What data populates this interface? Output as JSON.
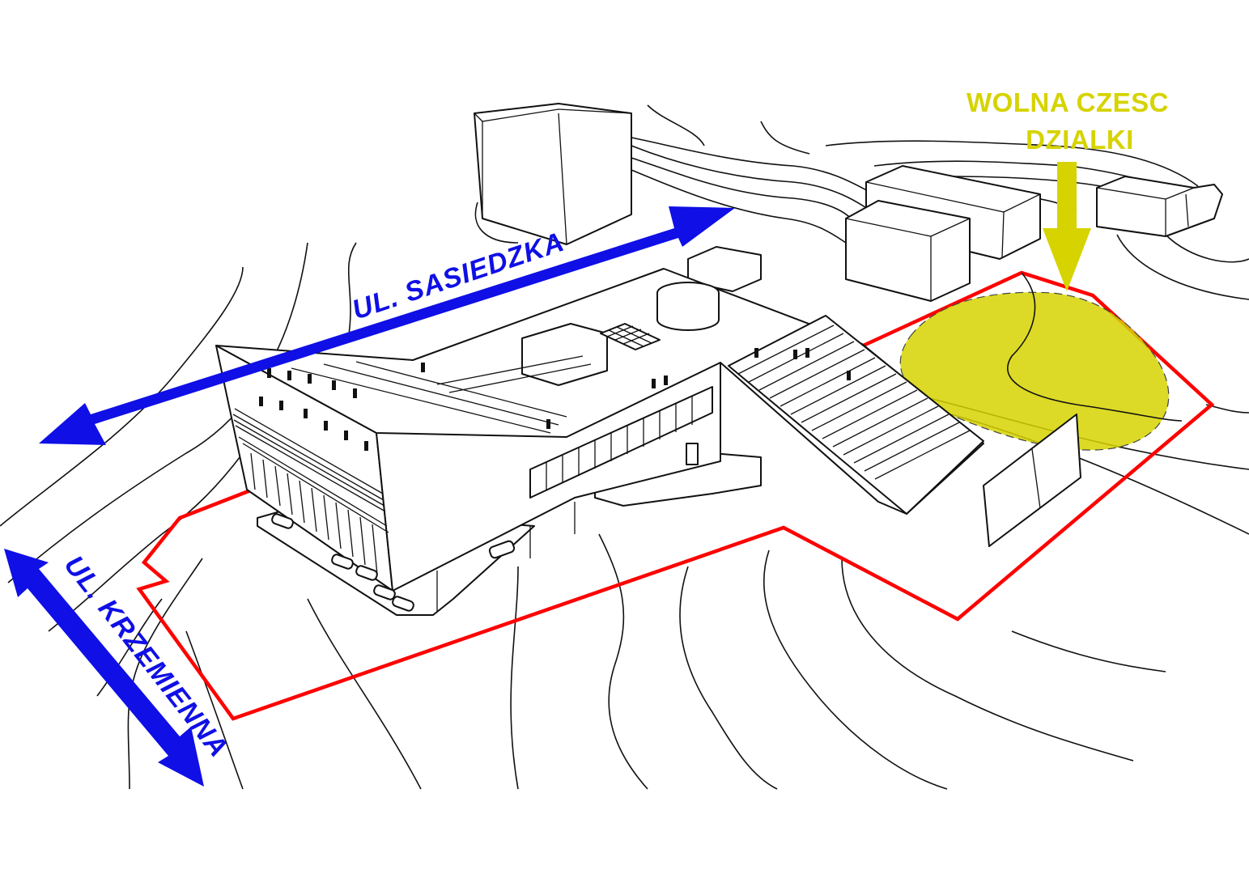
{
  "labels": {
    "street_sasiedzka": "UL. SASIEDZKA",
    "street_krzemienna": "UL. KRZEMIENNA",
    "free_area_line1": "WOLNA CZESC",
    "free_area_line2": "DZIALKI"
  },
  "colors": {
    "street_blue": "#0f0fe6",
    "free_area_yellow": "#d6d300",
    "plot_boundary_red": "#ff0000",
    "linework": "#111111"
  }
}
